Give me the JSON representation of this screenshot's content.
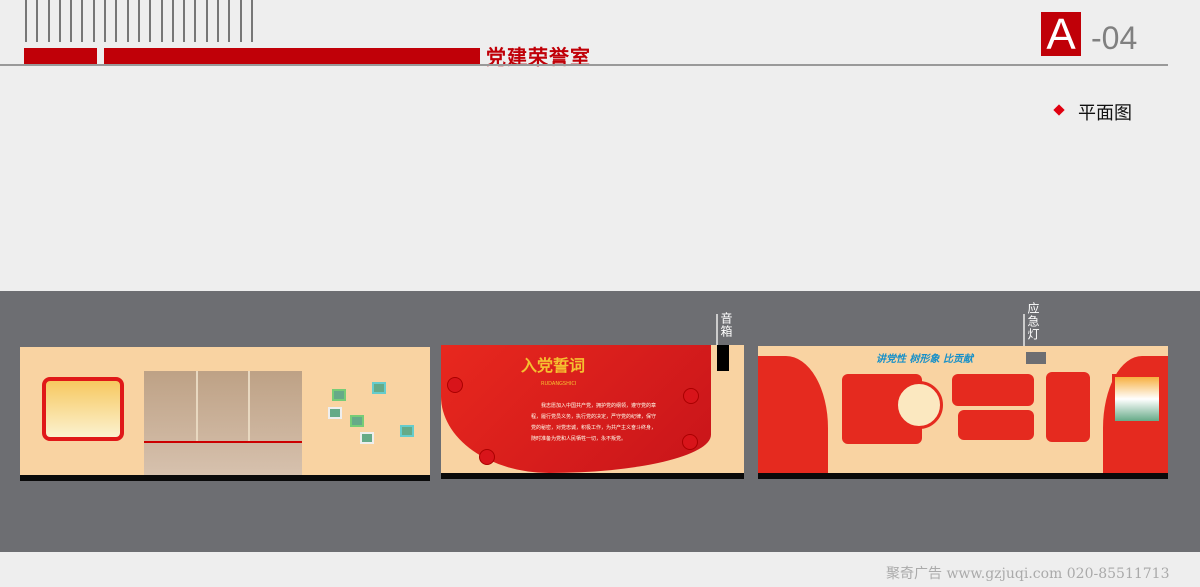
{
  "header": {
    "title": "党建荣誉室",
    "logo_letter": "A",
    "page_code": "-04",
    "section_label": "平面图"
  },
  "callouts": {
    "speaker": "音箱",
    "emergency_light": "应急灯"
  },
  "oath_panel": {
    "title": "入党誓词",
    "subtitle": "RUDANGSHICI",
    "text": "我志愿加入中国共产党，拥护党的纲领，遵守党的章程，履行党员义务，执行党的决定，严守党的纪律，保守党的秘密，对党忠诚，积极工作，为共产主义奋斗终身，随时准备为党和人民牺牲一切，永不叛党。"
  },
  "right_panel": {
    "slogan": "讲党性  树形象  比贡献"
  },
  "footer": {
    "text": "聚奇广告 www.gzjuqi.com 020-85511713"
  },
  "colors": {
    "brand_red": "#c00008",
    "panel_bg": "#f9d3a2",
    "band": "#6d6e72"
  }
}
